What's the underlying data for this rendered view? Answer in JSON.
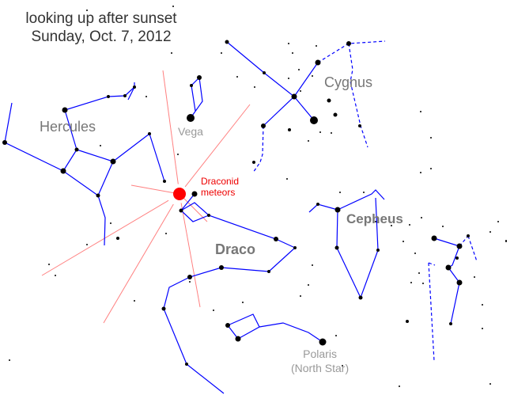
{
  "title": {
    "line1": "looking up after sunset",
    "line2": "Sunday, Oct. 7, 2012"
  },
  "labels": {
    "hercules": "Hercules",
    "vega": "Vega",
    "cygnus": "Cygnus",
    "draconid": "Draconid",
    "meteors": "meteors",
    "cepheus": "Cepheus",
    "draco": "Draco",
    "polaris": "Polaris",
    "north_star": "(North Star)"
  },
  "colors": {
    "lines": "#0000ff",
    "radiant": "#ff0000",
    "rays": "#ff8080",
    "stars": "#000000"
  }
}
